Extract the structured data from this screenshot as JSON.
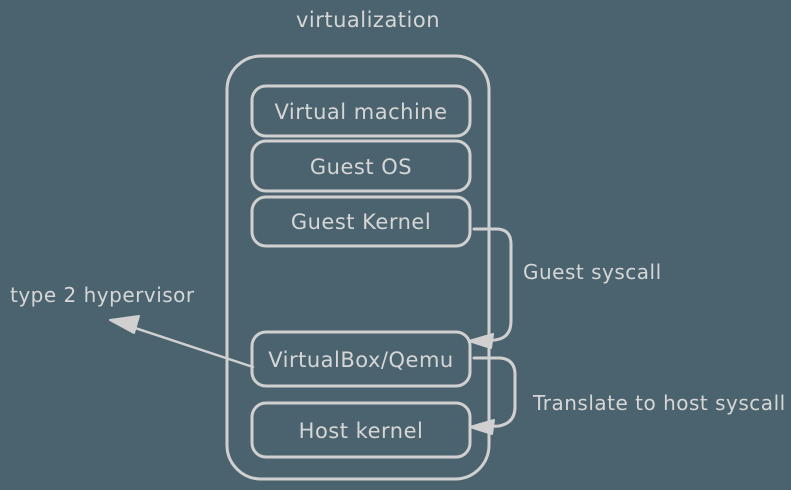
{
  "title": "virtualization",
  "colors": {
    "background": "#4b636e",
    "stroke": "#d0d0d0",
    "text": "#d6d6d6"
  },
  "diagram": {
    "nodes": [
      {
        "id": "virtual-machine",
        "label": "Virtual machine"
      },
      {
        "id": "guest-os",
        "label": "Guest OS"
      },
      {
        "id": "guest-kernel",
        "label": "Guest Kernel"
      },
      {
        "id": "virtualbox-qemu",
        "label": "VirtualBox/Qemu"
      },
      {
        "id": "host-kernel",
        "label": "Host kernel"
      }
    ],
    "annotations": [
      {
        "id": "guest-syscall",
        "label": "Guest syscall",
        "from": "guest-kernel",
        "to": "virtualbox-qemu"
      },
      {
        "id": "translate-to-host-syscall",
        "label": "Translate to host syscall",
        "from": "virtualbox-qemu",
        "to": "host-kernel"
      },
      {
        "id": "type-2-hypervisor",
        "label": "type 2 hypervisor",
        "points_to": "virtualbox-qemu"
      }
    ]
  }
}
